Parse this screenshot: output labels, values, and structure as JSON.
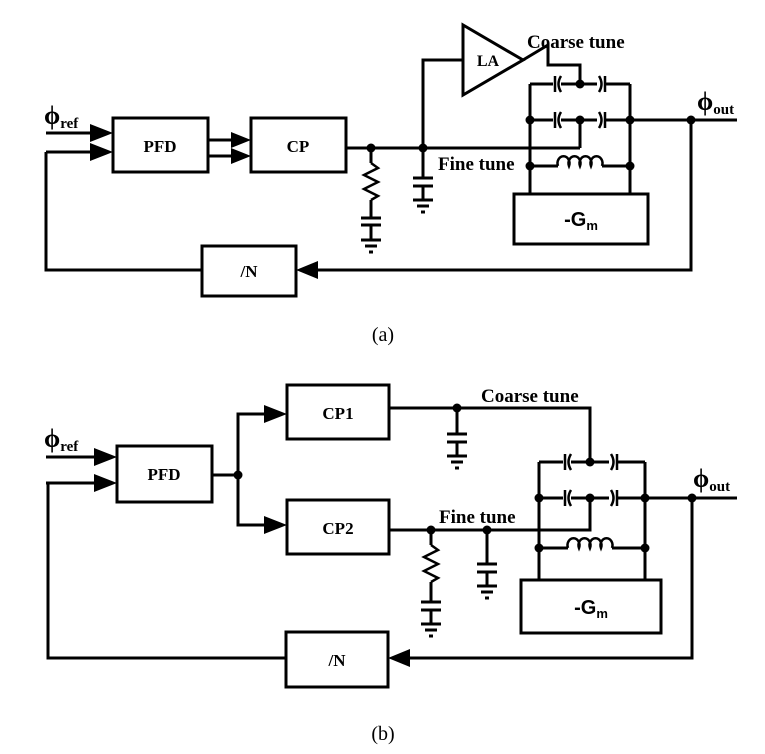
{
  "figure_a": {
    "phi_ref": {
      "symbol": "ϕ",
      "sub": "ref"
    },
    "phi_out": {
      "symbol": "ϕ",
      "sub": "out"
    },
    "pfd": "PFD",
    "cp": "CP",
    "la": "LA",
    "coarse_tune": "Coarse tune",
    "fine_tune": "Fine tune",
    "gm": {
      "main": "-G",
      "sub": "m"
    },
    "divider": "/N",
    "caption": "(a)"
  },
  "figure_b": {
    "phi_ref": {
      "symbol": "ϕ",
      "sub": "ref"
    },
    "phi_out": {
      "symbol": "ϕ",
      "sub": "out"
    },
    "pfd": "PFD",
    "cp1": "CP1",
    "cp2": "CP2",
    "coarse_tune": "Coarse tune",
    "fine_tune": "Fine tune",
    "gm": {
      "main": "-G",
      "sub": "m"
    },
    "divider": "/N",
    "caption": "(b)"
  }
}
